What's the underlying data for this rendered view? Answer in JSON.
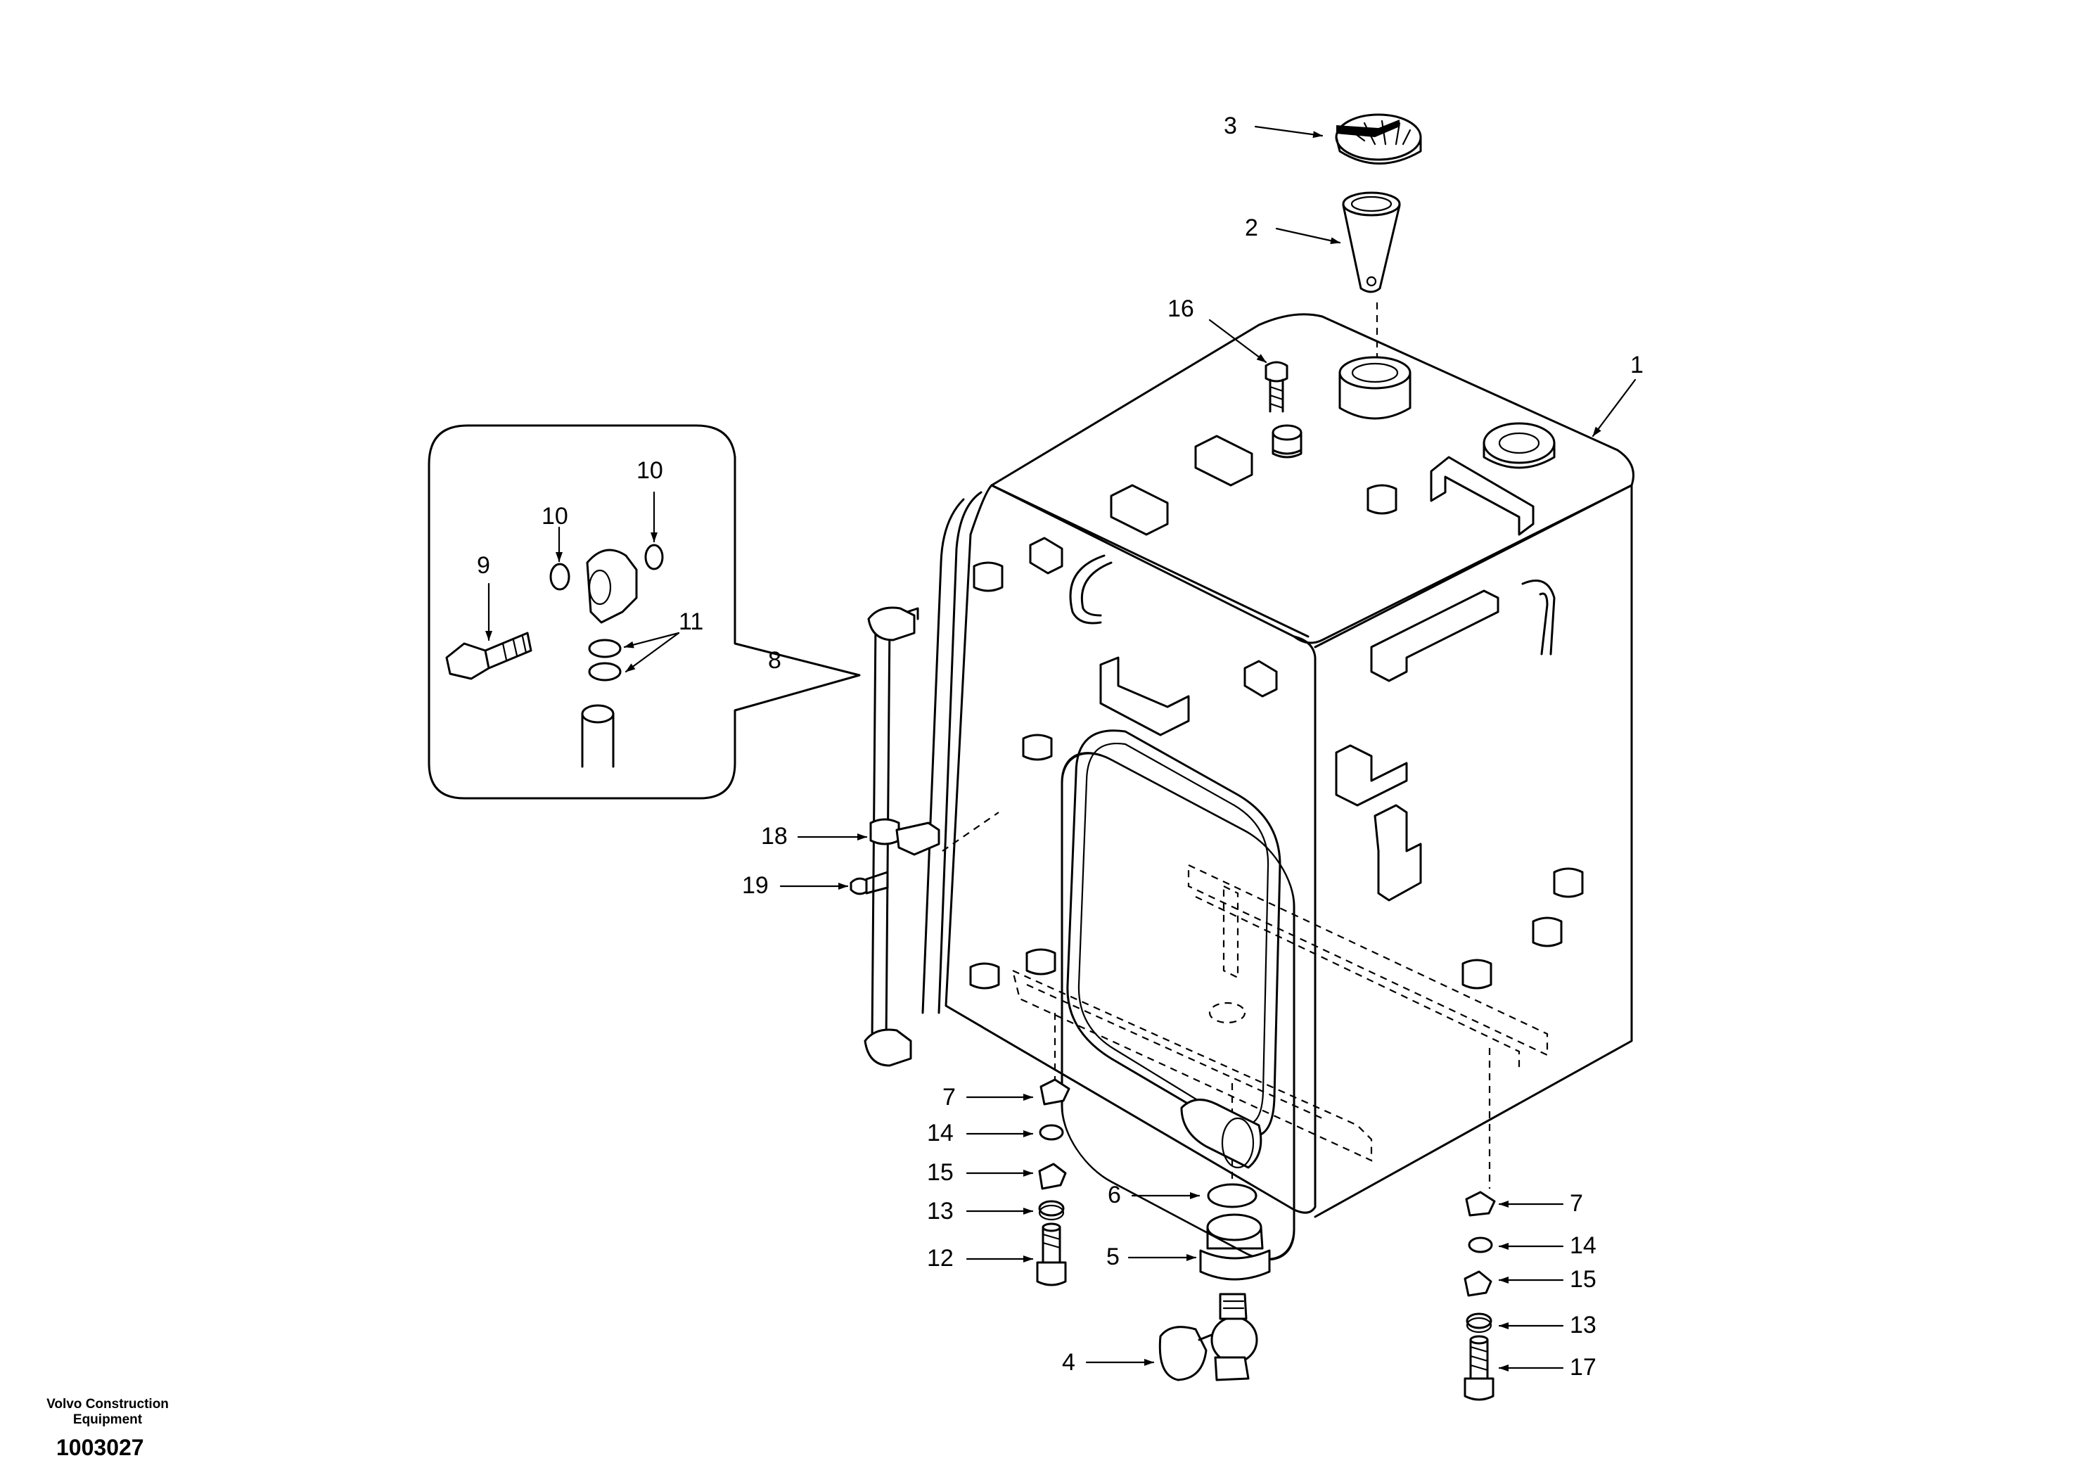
{
  "footer": {
    "company_line1": "Volvo Construction",
    "company_line2": "Equipment",
    "drawing_number": "1003027"
  },
  "callouts": [
    {
      "id": "c1",
      "label": "1"
    },
    {
      "id": "c2",
      "label": "2"
    },
    {
      "id": "c3",
      "label": "3"
    },
    {
      "id": "c4",
      "label": "4"
    },
    {
      "id": "c5",
      "label": "5"
    },
    {
      "id": "c6",
      "label": "6"
    },
    {
      "id": "c7a",
      "label": "7"
    },
    {
      "id": "c7b",
      "label": "7"
    },
    {
      "id": "c8",
      "label": "8"
    },
    {
      "id": "c9",
      "label": "9"
    },
    {
      "id": "c10a",
      "label": "10"
    },
    {
      "id": "c10b",
      "label": "10"
    },
    {
      "id": "c11",
      "label": "11"
    },
    {
      "id": "c12",
      "label": "12"
    },
    {
      "id": "c13a",
      "label": "13"
    },
    {
      "id": "c13b",
      "label": "13"
    },
    {
      "id": "c14a",
      "label": "14"
    },
    {
      "id": "c14b",
      "label": "14"
    },
    {
      "id": "c15a",
      "label": "15"
    },
    {
      "id": "c15b",
      "label": "15"
    },
    {
      "id": "c16",
      "label": "16"
    },
    {
      "id": "c17",
      "label": "17"
    },
    {
      "id": "c18",
      "label": "18"
    },
    {
      "id": "c19",
      "label": "19"
    }
  ]
}
